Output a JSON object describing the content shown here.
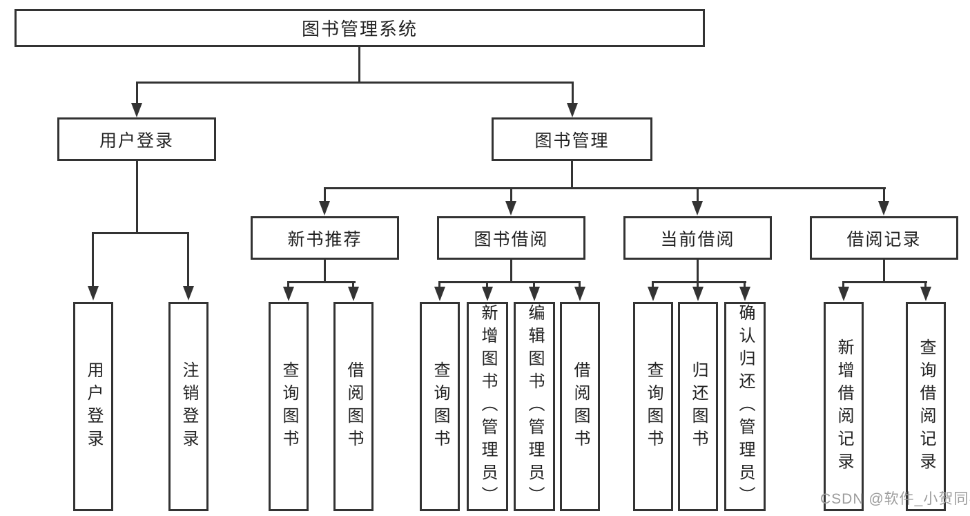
{
  "diagram": {
    "root": {
      "label": "图书管理系统"
    },
    "level2": [
      {
        "label": "用户登录"
      },
      {
        "label": "图书管理"
      }
    ],
    "level3": [
      {
        "label": "新书推荐"
      },
      {
        "label": "图书借阅"
      },
      {
        "label": "当前借阅"
      },
      {
        "label": "借阅记录"
      }
    ],
    "leaves": {
      "login": [
        {
          "label": "用户登录"
        },
        {
          "label": "注销登录"
        }
      ],
      "recommend": [
        {
          "label": "查询图书"
        },
        {
          "label": "借阅图书"
        }
      ],
      "borrow": [
        {
          "label": "查询图书"
        },
        {
          "label": "新增图书（管理员）"
        },
        {
          "label": "编辑图书（管理员）"
        },
        {
          "label": "借阅图书"
        }
      ],
      "current": [
        {
          "label": "查询图书"
        },
        {
          "label": "归还图书"
        },
        {
          "label": "确认归还（管理员）"
        }
      ],
      "records": [
        {
          "label": "新增借阅记录"
        },
        {
          "label": "查询借阅记录"
        }
      ]
    },
    "watermark": "CSDN @软件_小贺同学",
    "colors": {
      "line": "#333333",
      "text": "#222222",
      "background": "#ffffff",
      "watermark": "#9c9c9c"
    }
  }
}
